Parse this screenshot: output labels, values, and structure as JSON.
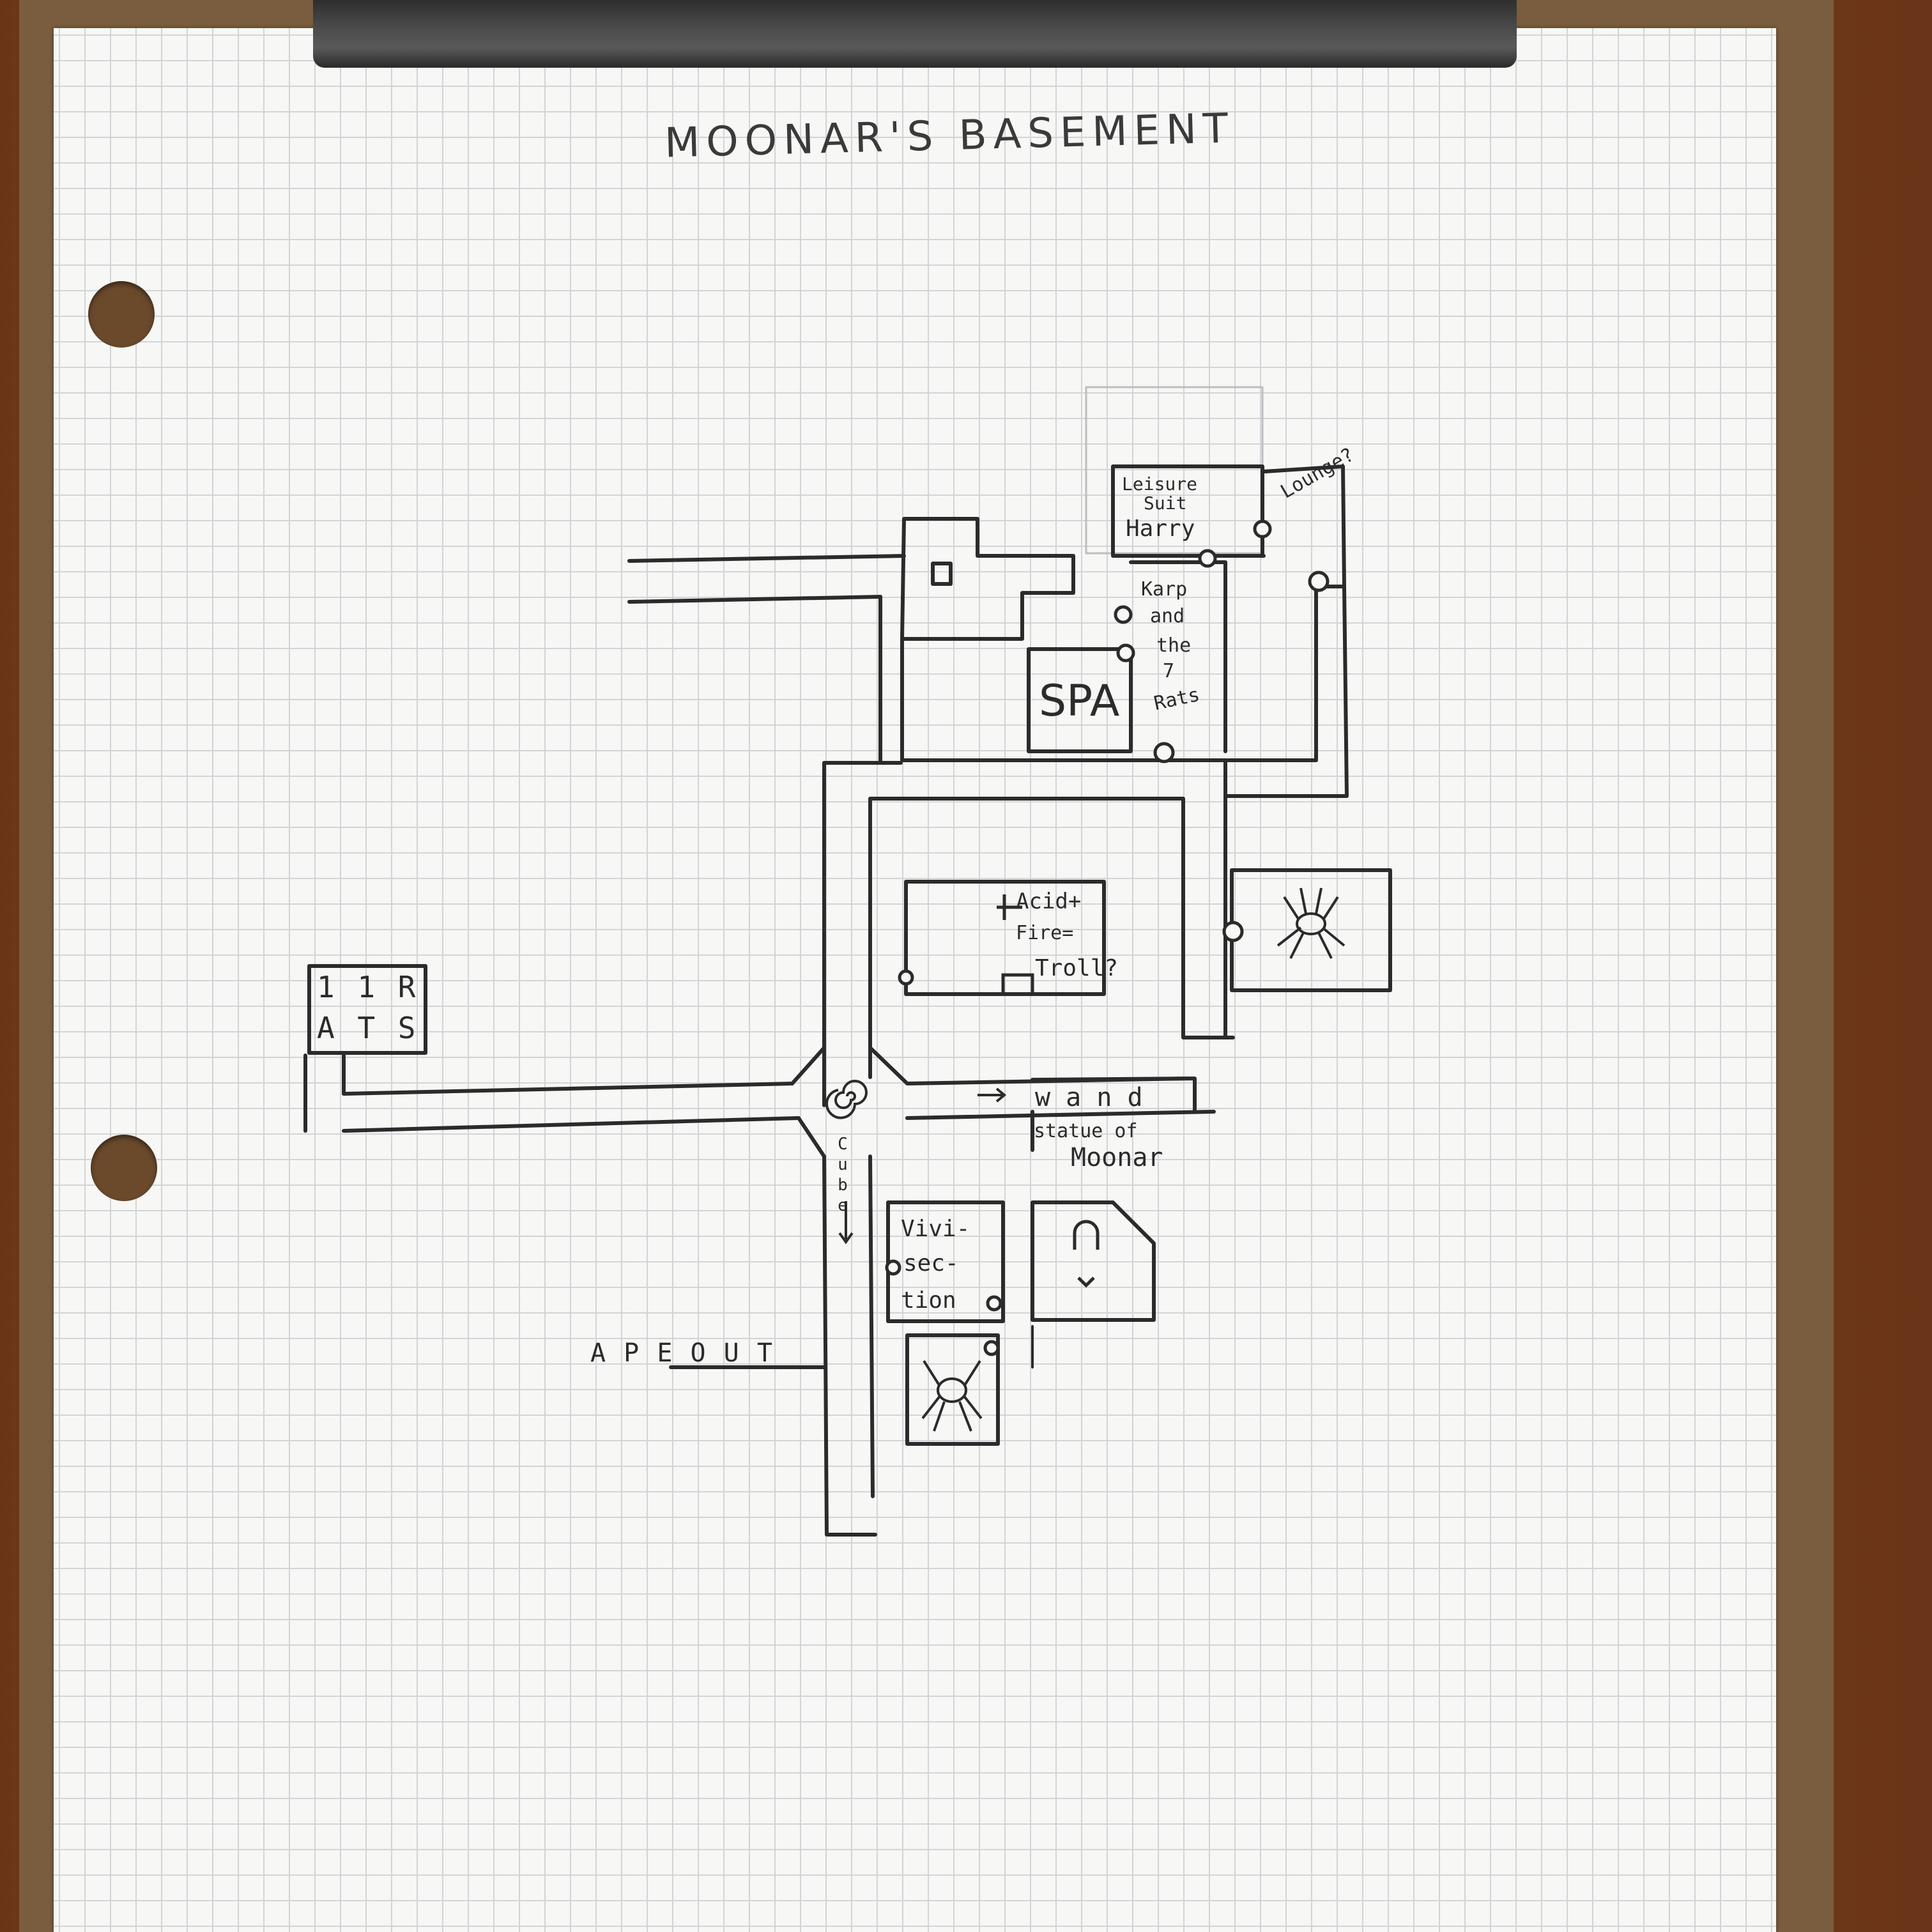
{
  "title": "MOONAR'S BASEMENT",
  "labels": {
    "leisure_suit": "Leisure",
    "leisure_suit2": "Suit",
    "leisure_harry": "Harry",
    "lounge": "Lounge?",
    "karp": "Karp",
    "karp_and": "and",
    "karp_the": "the",
    "karp_num": "7",
    "karp_rats": "Rats",
    "spa": "SPA",
    "acid": "Acid+",
    "fire": "Fire=",
    "troll": "Troll?",
    "rats_row1": "1 1 R",
    "rats_row2": "A T S",
    "wand": "w a n d",
    "statue_of": "statue of",
    "moonar": "Moonar",
    "cube": "Cube",
    "vivi1": "Vivi-",
    "vivi2": "sec-",
    "vivi3": "tion",
    "ape_out": "A P E O U T"
  },
  "icons": {
    "spider_top": "spider-icon",
    "spider_bottom": "spider-icon",
    "spiral": "spiral-icon",
    "horseshoe": "horseshoe-icon",
    "lever": "lever-icon"
  },
  "colors": {
    "ink": "#2b2b2b",
    "paper": "#f7f7f5",
    "grid": "#d2d4d8",
    "wood": "#7a3d1c"
  }
}
